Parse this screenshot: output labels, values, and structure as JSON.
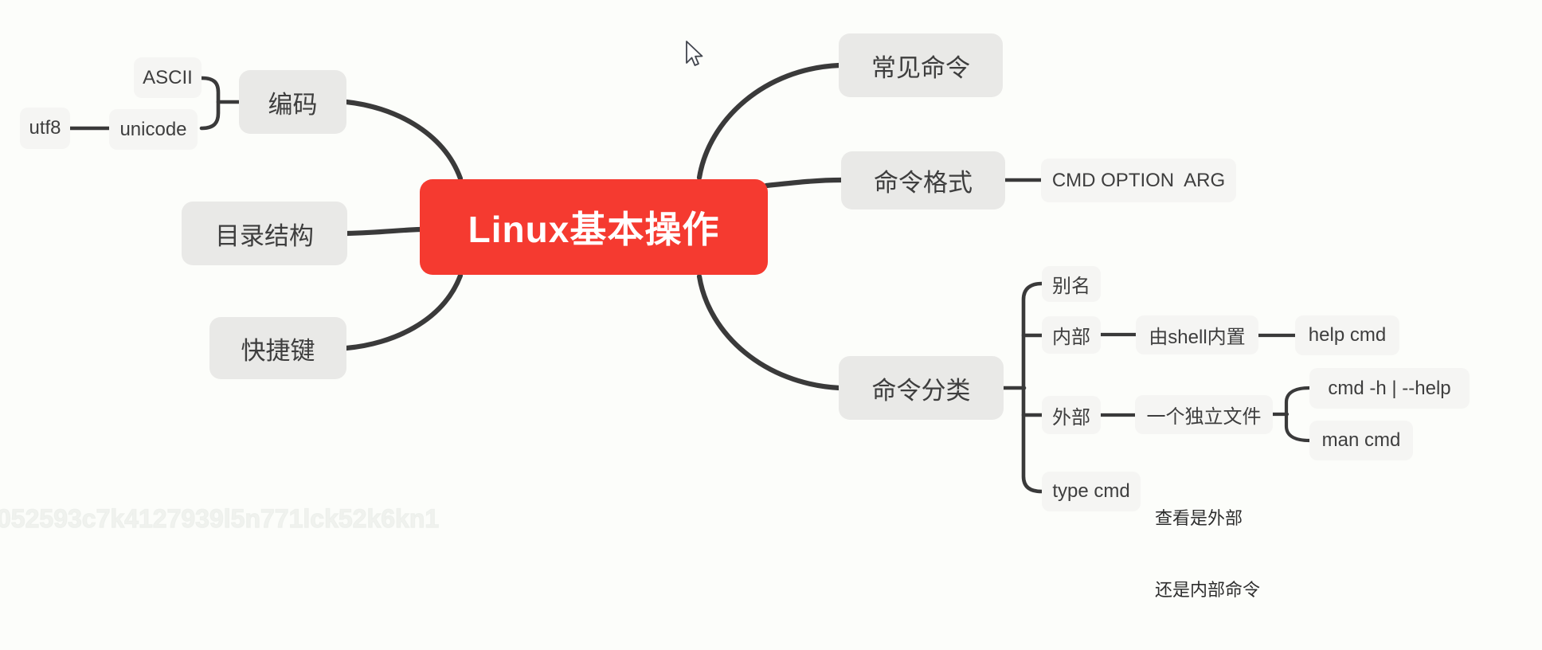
{
  "app": {
    "type": "mind-map canvas"
  },
  "colors": {
    "background": "#fcfdfa",
    "root_red": "#f53a30",
    "branch_gray": "#e9e9e7",
    "leaf_gray": "#f5f5f3",
    "line": "#3a3a3a",
    "text": "#3e3e3e"
  },
  "nodes": {
    "root": {
      "label": "Linux基本操作"
    },
    "bianma": {
      "label": "编码"
    },
    "ascii": {
      "label": "ASCII"
    },
    "unicode": {
      "label": "unicode"
    },
    "utf8": {
      "label": "utf8"
    },
    "mulu": {
      "label": "目录结构"
    },
    "kuaijie": {
      "label": "快捷键"
    },
    "changjian": {
      "label": "常见命令"
    },
    "geshi": {
      "label": "命令格式"
    },
    "cmdformat": {
      "label": "CMD OPTION  ARG"
    },
    "fenlei": {
      "label": "命令分类"
    },
    "bieming": {
      "label": "别名"
    },
    "neibu": {
      "label": "内部"
    },
    "shellbuiltin": {
      "label": "由shell内置"
    },
    "helpcmd": {
      "label": "help cmd"
    },
    "waibu": {
      "label": "外部"
    },
    "standalone": {
      "label": "一个独立文件"
    },
    "cmdhelp": {
      "label": "cmd -h | --help"
    },
    "mancmd": {
      "label": "man cmd"
    },
    "typecmd": {
      "label": "type cmd"
    }
  },
  "structure": {
    "root": [
      "bianma",
      "mulu",
      "kuaijie",
      "changjian",
      "geshi",
      "fenlei"
    ],
    "bianma": [
      "ascii",
      "unicode"
    ],
    "unicode": [
      "utf8"
    ],
    "geshi": [
      "cmdformat"
    ],
    "fenlei": [
      "bieming",
      "neibu",
      "waibu",
      "typecmd"
    ],
    "neibu": [
      "shellbuiltin"
    ],
    "shellbuiltin": [
      "helpcmd"
    ],
    "waibu": [
      "standalone"
    ],
    "standalone": [
      "cmdhelp",
      "mancmd"
    ]
  },
  "note": {
    "line1": "查看是外部",
    "line2": "还是内部命令"
  },
  "watermark": {
    "text": "052593c7k4127939l5n771lck52k6kn1"
  }
}
